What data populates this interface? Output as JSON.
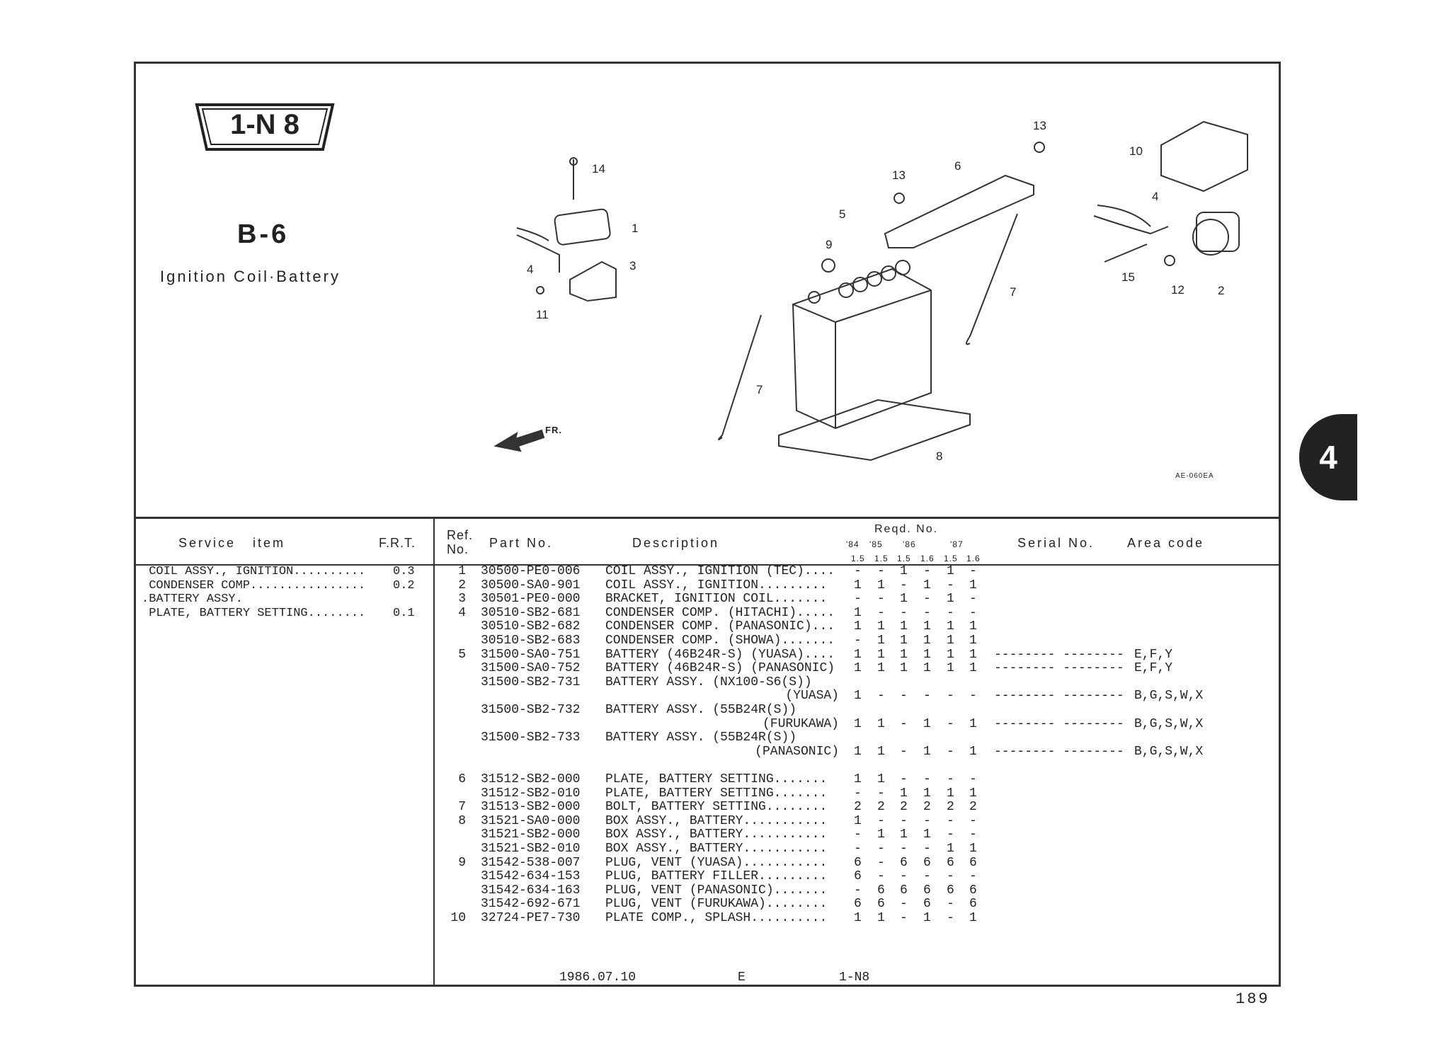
{
  "badge": {
    "label": "1-N 8"
  },
  "group": {
    "code": "B-6",
    "title": "Ignition Coil·Battery"
  },
  "diagram": {
    "code": "AE-060EA",
    "front_label": "FR.",
    "callouts": [
      "14",
      "1",
      "3",
      "4",
      "11",
      "13",
      "13",
      "6",
      "5",
      "9",
      "7",
      "7",
      "8",
      "10",
      "4",
      "15",
      "12",
      "2"
    ]
  },
  "section_tab": "4",
  "service": {
    "header_item": "Service   item",
    "header_frt": "F.R.T.",
    "items": [
      {
        "text": " COIL ASSY., IGNITION..........",
        "frt": "0.3"
      },
      {
        "text": " CONDENSER COMP................",
        "frt": "0.2"
      },
      {
        "text": ".BATTERY ASSY.",
        "frt": ""
      },
      {
        "text": " PLATE, BATTERY SETTING........",
        "frt": "0.1"
      }
    ]
  },
  "parts": {
    "header": {
      "ref": "Ref.",
      "no": "No.",
      "part": "Part No.",
      "desc": "Description",
      "reqd": "Reqd. No.",
      "years": [
        "'84",
        "'85",
        "'86",
        "'87"
      ],
      "subs": [
        "1.5",
        "1.5",
        "1.5",
        "1.6",
        "1.5",
        "1.6"
      ],
      "serial": "Serial No.",
      "area": "Area code"
    },
    "rows": [
      {
        "ref": "1",
        "part": "30500-PE0-006",
        "desc": "COIL ASSY., IGNITION (TEC)....",
        "qty": [
          "-",
          "-",
          "1",
          "-",
          "1",
          "-"
        ],
        "serial": "",
        "area": ""
      },
      {
        "ref": "2",
        "part": "30500-SA0-901",
        "desc": "COIL ASSY., IGNITION.........",
        "qty": [
          "1",
          "1",
          "-",
          "1",
          "-",
          "1"
        ],
        "serial": "",
        "area": ""
      },
      {
        "ref": "3",
        "part": "30501-PE0-000",
        "desc": "BRACKET, IGNITION COIL.......",
        "qty": [
          "-",
          "-",
          "1",
          "-",
          "1",
          "-"
        ],
        "serial": "",
        "area": ""
      },
      {
        "ref": "4",
        "part": "30510-SB2-681",
        "desc": "CONDENSER COMP. (HITACHI).....",
        "qty": [
          "1",
          "-",
          "-",
          "-",
          "-",
          "-"
        ],
        "serial": "",
        "area": ""
      },
      {
        "ref": "",
        "part": "30510-SB2-682",
        "desc": "CONDENSER COMP. (PANASONIC)...",
        "qty": [
          "1",
          "1",
          "1",
          "1",
          "1",
          "1"
        ],
        "serial": "",
        "area": ""
      },
      {
        "ref": "",
        "part": "30510-SB2-683",
        "desc": "CONDENSER COMP. (SHOWA).......",
        "qty": [
          "-",
          "1",
          "1",
          "1",
          "1",
          "1"
        ],
        "serial": "",
        "area": ""
      },
      {
        "ref": "5",
        "part": "31500-SA0-751",
        "desc": "BATTERY (46B24R-S) (YUASA)....",
        "qty": [
          "1",
          "1",
          "1",
          "1",
          "1",
          "1"
        ],
        "serial": "-------- --------",
        "area": "E,F,Y"
      },
      {
        "ref": "",
        "part": "31500-SA0-752",
        "desc": "BATTERY (46B24R-S) (PANASONIC)",
        "qty": [
          "1",
          "1",
          "1",
          "1",
          "1",
          "1"
        ],
        "serial": "-------- --------",
        "area": "E,F,Y"
      },
      {
        "ref": "",
        "part": "31500-SB2-731",
        "desc": "BATTERY ASSY. (NX100-S6(S))",
        "qty": [],
        "serial": "",
        "area": ""
      },
      {
        "ref": "",
        "part": "",
        "desc": "(YUASA)",
        "cont": true,
        "qty": [
          "1",
          "-",
          "-",
          "-",
          "-",
          "-"
        ],
        "serial": "-------- --------",
        "area": "B,G,S,W,X"
      },
      {
        "ref": "",
        "part": "31500-SB2-732",
        "desc": "BATTERY ASSY. (55B24R(S))",
        "qty": [],
        "serial": "",
        "area": ""
      },
      {
        "ref": "",
        "part": "",
        "desc": "(FURUKAWA)",
        "cont": true,
        "qty": [
          "1",
          "1",
          "-",
          "1",
          "-",
          "1"
        ],
        "serial": "-------- --------",
        "area": "B,G,S,W,X"
      },
      {
        "ref": "",
        "part": "31500-SB2-733",
        "desc": "BATTERY ASSY. (55B24R(S))",
        "qty": [],
        "serial": "",
        "area": ""
      },
      {
        "ref": "",
        "part": "",
        "desc": "(PANASONIC)",
        "cont": true,
        "qty": [
          "1",
          "1",
          "-",
          "1",
          "-",
          "1"
        ],
        "serial": "-------- --------",
        "area": "B,G,S,W,X"
      },
      {
        "blank": true
      },
      {
        "ref": "6",
        "part": "31512-SB2-000",
        "desc": "PLATE, BATTERY SETTING.......",
        "qty": [
          "1",
          "1",
          "-",
          "-",
          "-",
          "-"
        ],
        "serial": "",
        "area": ""
      },
      {
        "ref": "",
        "part": "31512-SB2-010",
        "desc": "PLATE, BATTERY SETTING.......",
        "qty": [
          "-",
          "-",
          "1",
          "1",
          "1",
          "1"
        ],
        "serial": "",
        "area": ""
      },
      {
        "ref": "7",
        "part": "31513-SB2-000",
        "desc": "BOLT, BATTERY SETTING........",
        "qty": [
          "2",
          "2",
          "2",
          "2",
          "2",
          "2"
        ],
        "serial": "",
        "area": ""
      },
      {
        "ref": "8",
        "part": "31521-SA0-000",
        "desc": "BOX ASSY., BATTERY...........",
        "qty": [
          "1",
          "-",
          "-",
          "-",
          "-",
          "-"
        ],
        "serial": "",
        "area": ""
      },
      {
        "ref": "",
        "part": "31521-SB2-000",
        "desc": "BOX ASSY., BATTERY...........",
        "qty": [
          "-",
          "1",
          "1",
          "1",
          "-",
          "-"
        ],
        "serial": "",
        "area": ""
      },
      {
        "ref": "",
        "part": "31521-SB2-010",
        "desc": "BOX ASSY., BATTERY...........",
        "qty": [
          "-",
          "-",
          "-",
          "-",
          "1",
          "1"
        ],
        "serial": "",
        "area": ""
      },
      {
        "ref": "9",
        "part": "31542-538-007",
        "desc": "PLUG, VENT (YUASA)...........",
        "qty": [
          "6",
          "-",
          "6",
          "6",
          "6",
          "6"
        ],
        "serial": "",
        "area": ""
      },
      {
        "ref": "",
        "part": "31542-634-153",
        "desc": "PLUG, BATTERY FILLER.........",
        "qty": [
          "6",
          "-",
          "-",
          "-",
          "-",
          "-"
        ],
        "serial": "",
        "area": ""
      },
      {
        "ref": "",
        "part": "31542-634-163",
        "desc": "PLUG, VENT (PANASONIC).......",
        "qty": [
          "-",
          "6",
          "6",
          "6",
          "6",
          "6"
        ],
        "serial": "",
        "area": ""
      },
      {
        "ref": "",
        "part": "31542-692-671",
        "desc": "PLUG, VENT (FURUKAWA)........",
        "qty": [
          "6",
          "6",
          "-",
          "6",
          "-",
          "6"
        ],
        "serial": "",
        "area": ""
      },
      {
        "ref": "10",
        "part": "32724-PE7-730",
        "desc": "PLATE COMP., SPLASH..........",
        "qty": [
          "1",
          "1",
          "-",
          "1",
          "-",
          "1"
        ],
        "serial": "",
        "area": ""
      }
    ]
  },
  "footer": {
    "date": "1986.07.10",
    "edition": "E",
    "code": "1-N8"
  },
  "page_number": "189"
}
